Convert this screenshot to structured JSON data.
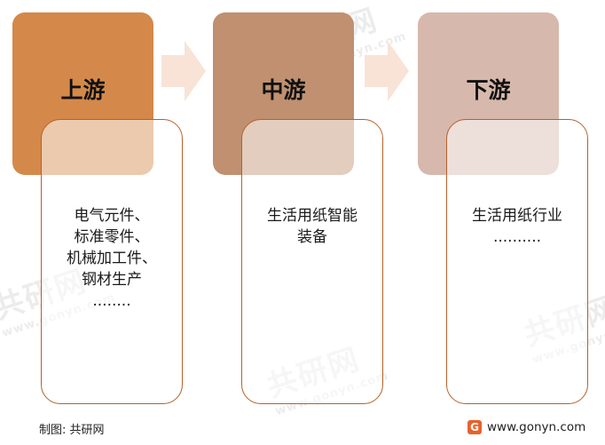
{
  "stages": [
    {
      "title": "上游",
      "color": "#d4894a",
      "details": [
        "电气元件、",
        "标准零件、",
        "机械加工件、",
        "钢材生产",
        "........"
      ]
    },
    {
      "title": "中游",
      "color": "#c09070",
      "details": [
        "生活用纸智能",
        "装备"
      ]
    },
    {
      "title": "下游",
      "color": "#d7b8ad",
      "details": [
        "生活用纸行业",
        ".........."
      ]
    }
  ],
  "arrow_color": "#f9e3d7",
  "detail_border_color": "#b5622a",
  "footer": {
    "source_label": "制图: 共研网",
    "website": "www.gonyn.com",
    "logo_glyph": "G"
  }
}
